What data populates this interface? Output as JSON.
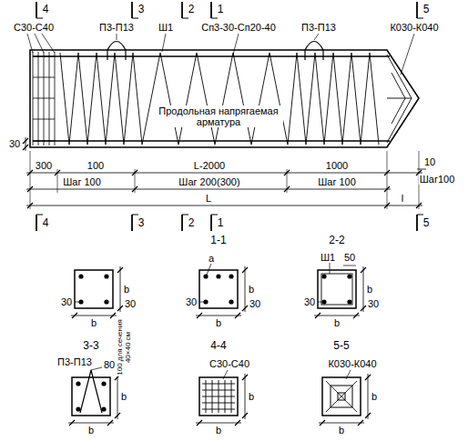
{
  "diagram": {
    "labels": [
      "4",
      "3",
      "2",
      "1",
      "5",
      "С30-С40",
      "П3-П13",
      "Ш1",
      "Сп3-30-Сп20-40",
      "П3-П13",
      "К030-К040",
      "Продольная напрягаемая арматура",
      "30",
      "300",
      "100",
      "L-2000",
      "1000",
      "10",
      "Шаг100",
      "Шаг 100",
      "Шаг 200(300)",
      "Шаг 100",
      "L",
      "l",
      "4",
      "3",
      "2",
      "1",
      "5",
      "1-1",
      "2-2",
      "b",
      "30",
      "b",
      "30",
      "a",
      "b",
      "30",
      "b",
      "30",
      "Ш1",
      "50",
      "b",
      "30",
      "b",
      "30",
      "3-3",
      "4-4",
      "5-5",
      "П3-П13",
      "80",
      "100 для сечения 40×40 см",
      "b",
      "b",
      "С30-С40",
      "b",
      "b",
      "К030-К040",
      "b",
      "b"
    ]
  }
}
